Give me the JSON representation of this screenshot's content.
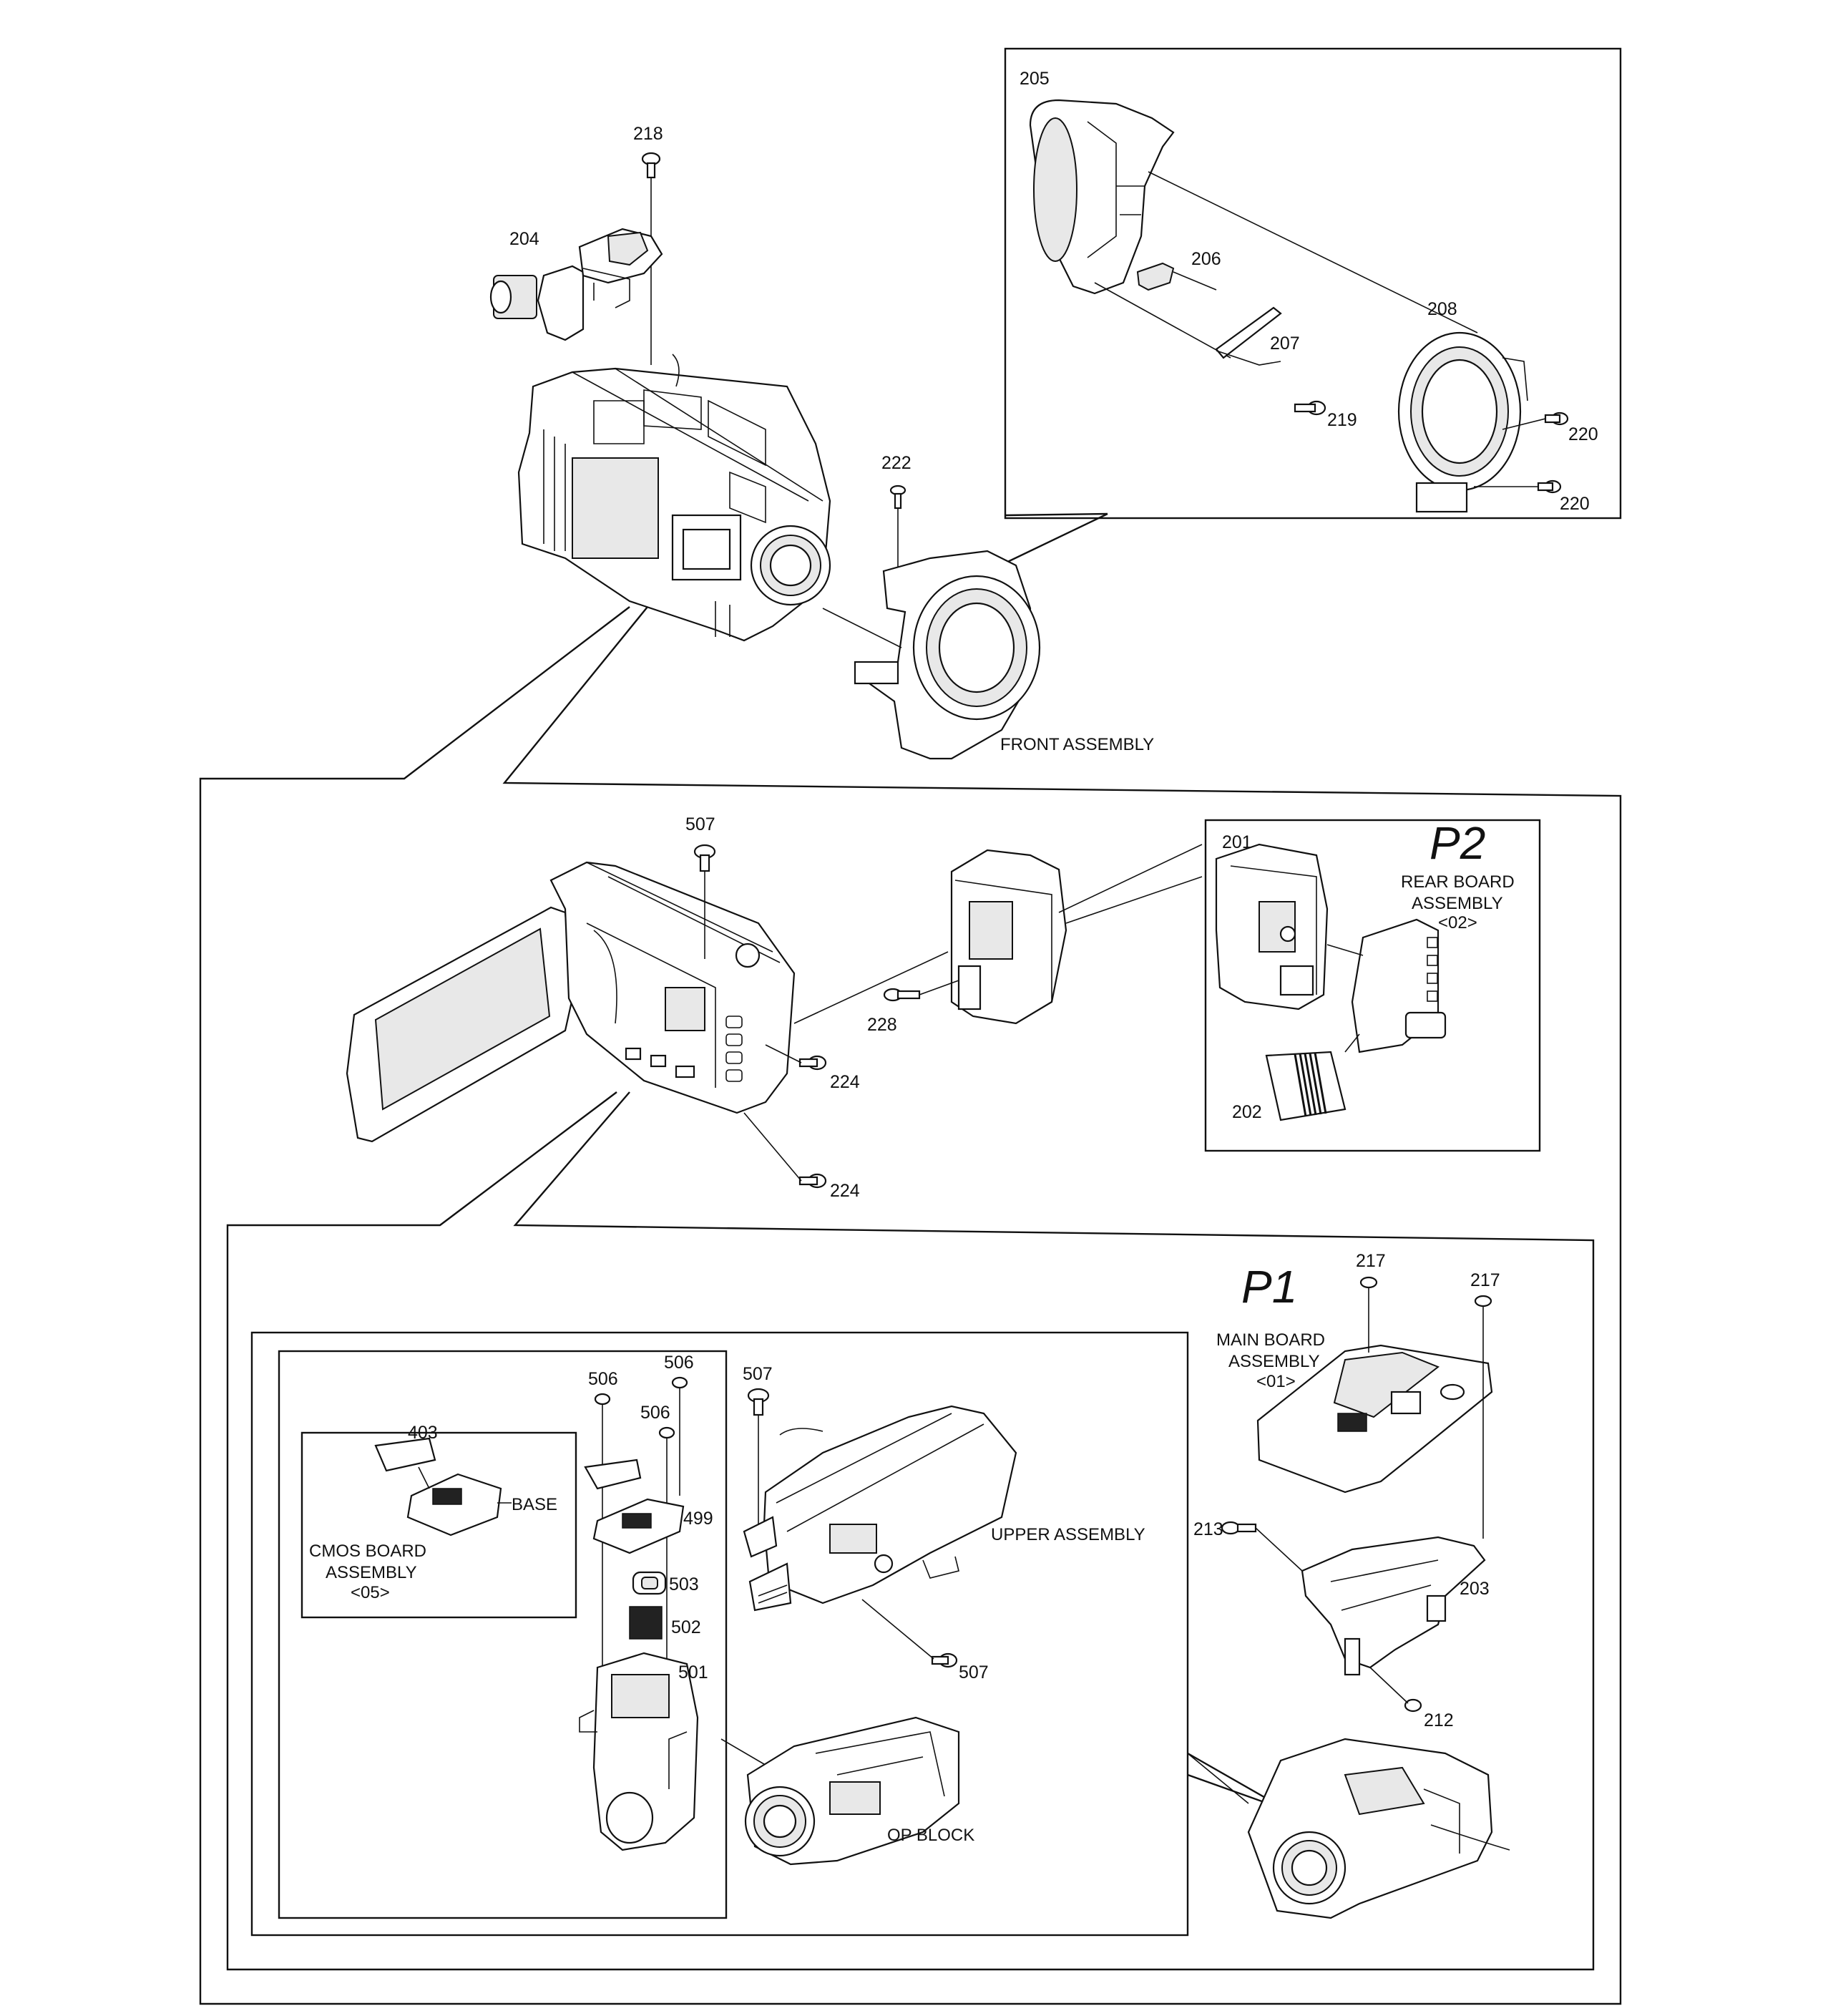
{
  "labels": {
    "p218": "218",
    "p204": "204",
    "p205": "205",
    "p206": "206",
    "p207": "207",
    "p208": "208",
    "p219": "219",
    "p220a": "220",
    "p220b": "220",
    "p222": "222",
    "front_assembly": "FRONT ASSEMBLY",
    "p507_top": "507",
    "p228": "228",
    "p224a": "224",
    "p224b": "224",
    "p201": "201",
    "p202": "202",
    "hand_p2": "P2",
    "rear_board_l1": "REAR BOARD",
    "rear_board_l2": "ASSEMBLY",
    "rear_board_l3": "<02>",
    "hand_p1": "P1",
    "p217a": "217",
    "p217b": "217",
    "main_board_l1": "MAIN BOARD",
    "main_board_l2": "ASSEMBLY",
    "main_board_l3": "<01>",
    "p213": "213",
    "p203": "203",
    "p212": "212",
    "p506a": "506",
    "p506b": "506",
    "p506c": "506",
    "p507_mid": "507",
    "p507_low": "507",
    "p403": "403",
    "base": "BASE",
    "p499": "499",
    "cmos_l1": "CMOS BOARD",
    "cmos_l2": "ASSEMBLY",
    "cmos_l3": "<05>",
    "p503": "503",
    "p502": "502",
    "p501": "501",
    "upper_assembly": "UPPER ASSEMBLY",
    "op_block": "OP BLOCK"
  }
}
